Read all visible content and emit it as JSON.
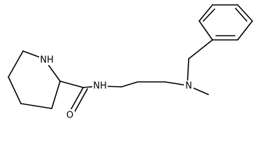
{
  "molecule": {
    "atom_labels": [
      {
        "id": "n_ring",
        "text": "NH"
      },
      {
        "id": "n_amide",
        "text": "NH"
      },
      {
        "id": "n_amine",
        "text": "N"
      },
      {
        "id": "o_carbonyl",
        "text": "O"
      }
    ],
    "colors": {
      "bond": "#000000",
      "background": "#ffffff"
    }
  }
}
